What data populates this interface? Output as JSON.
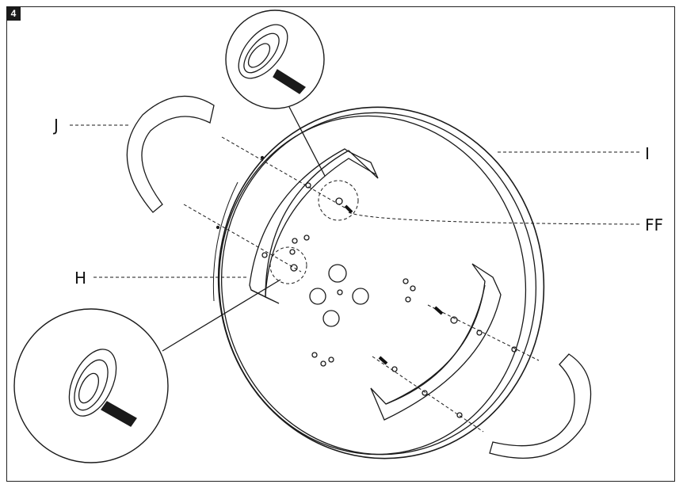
{
  "step": {
    "number": "4"
  },
  "labels": {
    "J": "J",
    "H": "H",
    "I": "I",
    "FF": "FF"
  }
}
